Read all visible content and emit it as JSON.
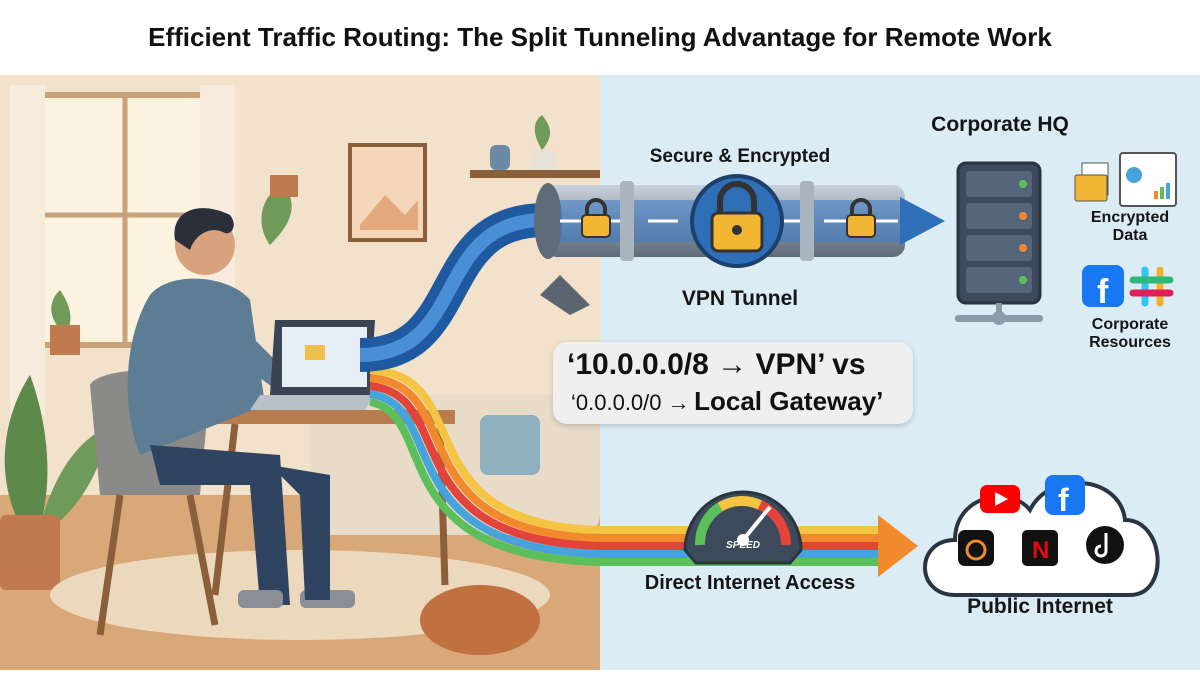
{
  "title": "Efficient Traffic Routing: The Split Tunneling Advantage for Remote Work",
  "tunnel": {
    "top_label": "Secure & Encrypted",
    "bottom_label": "VPN Tunnel"
  },
  "corporate": {
    "title": "Corporate HQ",
    "data_label_1": "Encrypted",
    "data_label_2": "Data",
    "resources_label_1": "Corporate",
    "resources_label_2": "Resources"
  },
  "routes": {
    "vpn_rule": "‘10.0.0.0/8 → VPN’ vs",
    "local_prefix": "‘0.0.0.0/0 →",
    "local_target": "Local Gateway’"
  },
  "direct": {
    "gauge_label": "SPEED",
    "label": "Direct Internet Access"
  },
  "internet": {
    "label": "Public Internet"
  },
  "colors": {
    "room_bg": "#f2e2cb",
    "network_bg": "#dcecf5",
    "tunnel_blue": "#2f6fb8",
    "pipe_gray": "#8d9aa8"
  }
}
